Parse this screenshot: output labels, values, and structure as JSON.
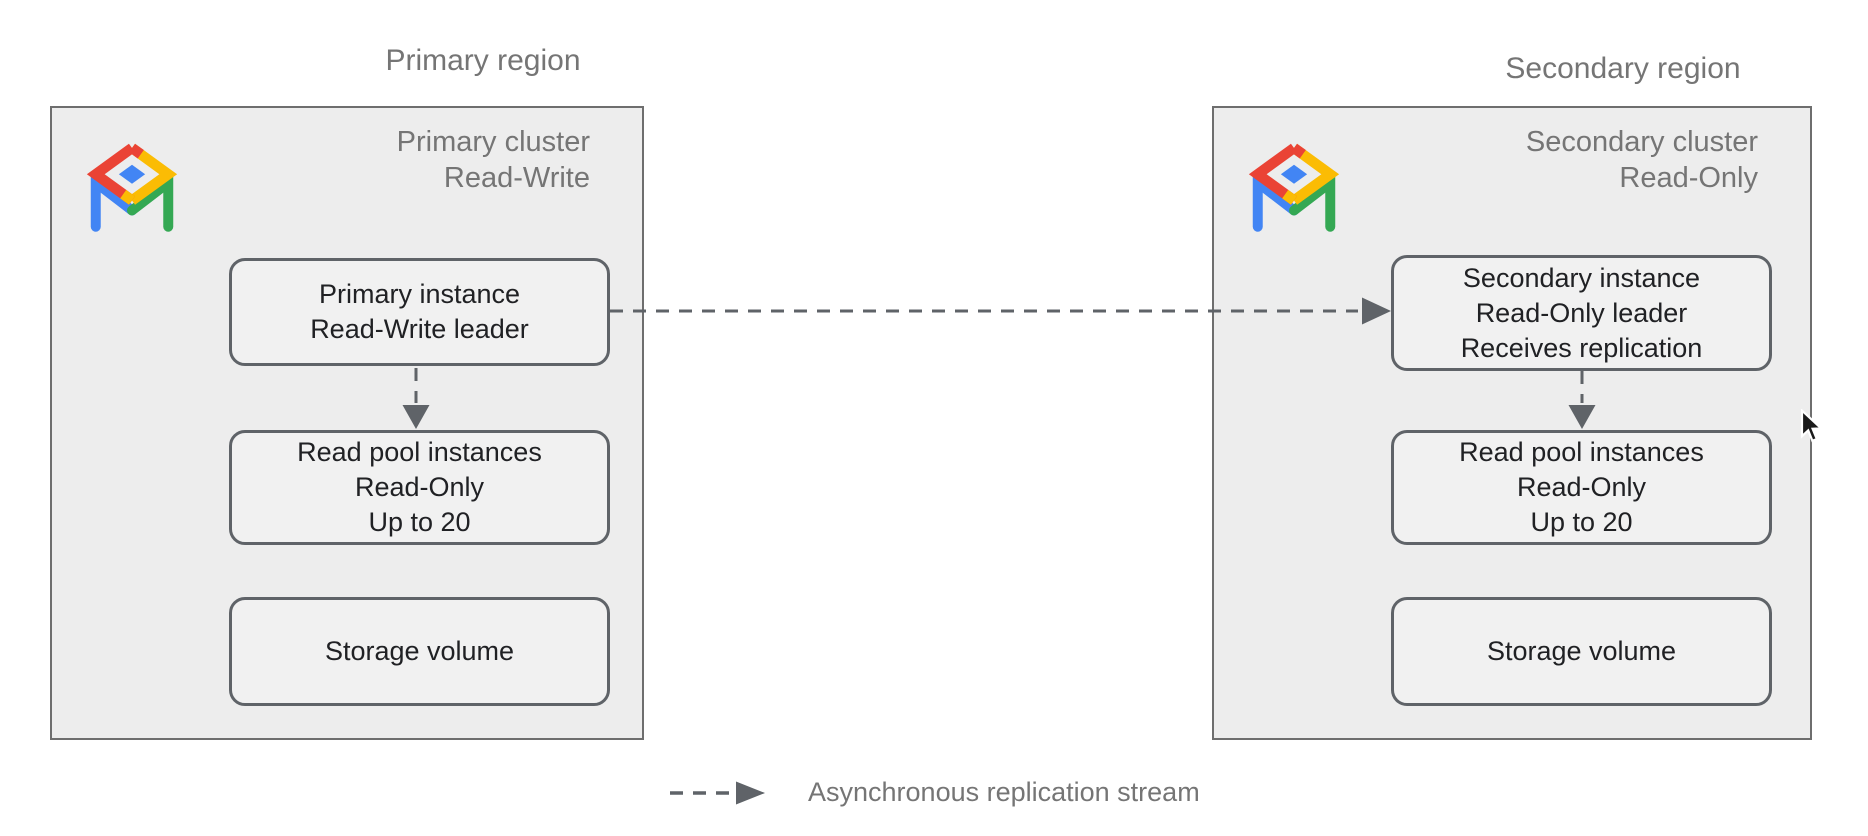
{
  "regions": {
    "primary": {
      "label": "Primary region",
      "cluster": {
        "title_line1": "Primary cluster",
        "title_line2": "Read-Write"
      },
      "instance": {
        "line1": "Primary instance",
        "line2": "Read-Write leader"
      },
      "read_pool": {
        "line1": "Read pool instances",
        "line2": "Read-Only",
        "line3": "Up to 20"
      },
      "storage": {
        "line1": "Storage volume"
      }
    },
    "secondary": {
      "label": "Secondary region",
      "cluster": {
        "title_line1": "Secondary cluster",
        "title_line2": "Read-Only"
      },
      "instance": {
        "line1": "Secondary instance",
        "line2": "Read-Only leader",
        "line3": "Receives replication"
      },
      "read_pool": {
        "line1": "Read pool instances",
        "line2": "Read-Only",
        "line3": "Up to 20"
      },
      "storage": {
        "line1": "Storage volume"
      }
    }
  },
  "legend": {
    "label": "Asynchronous replication stream"
  },
  "icons": {
    "cluster_icon": "alloydb-icon"
  },
  "colors": {
    "icon_red": "#EA4335",
    "icon_yellow": "#FBBC04",
    "icon_blue": "#4285F4",
    "icon_green": "#34A853",
    "arrow_gray": "#5F6368",
    "muted_text": "#757575",
    "node_text": "#202124",
    "cluster_fill": "#EDEDED",
    "node_fill": "#F1F1F1",
    "cluster_border": "#6E6E6E"
  }
}
